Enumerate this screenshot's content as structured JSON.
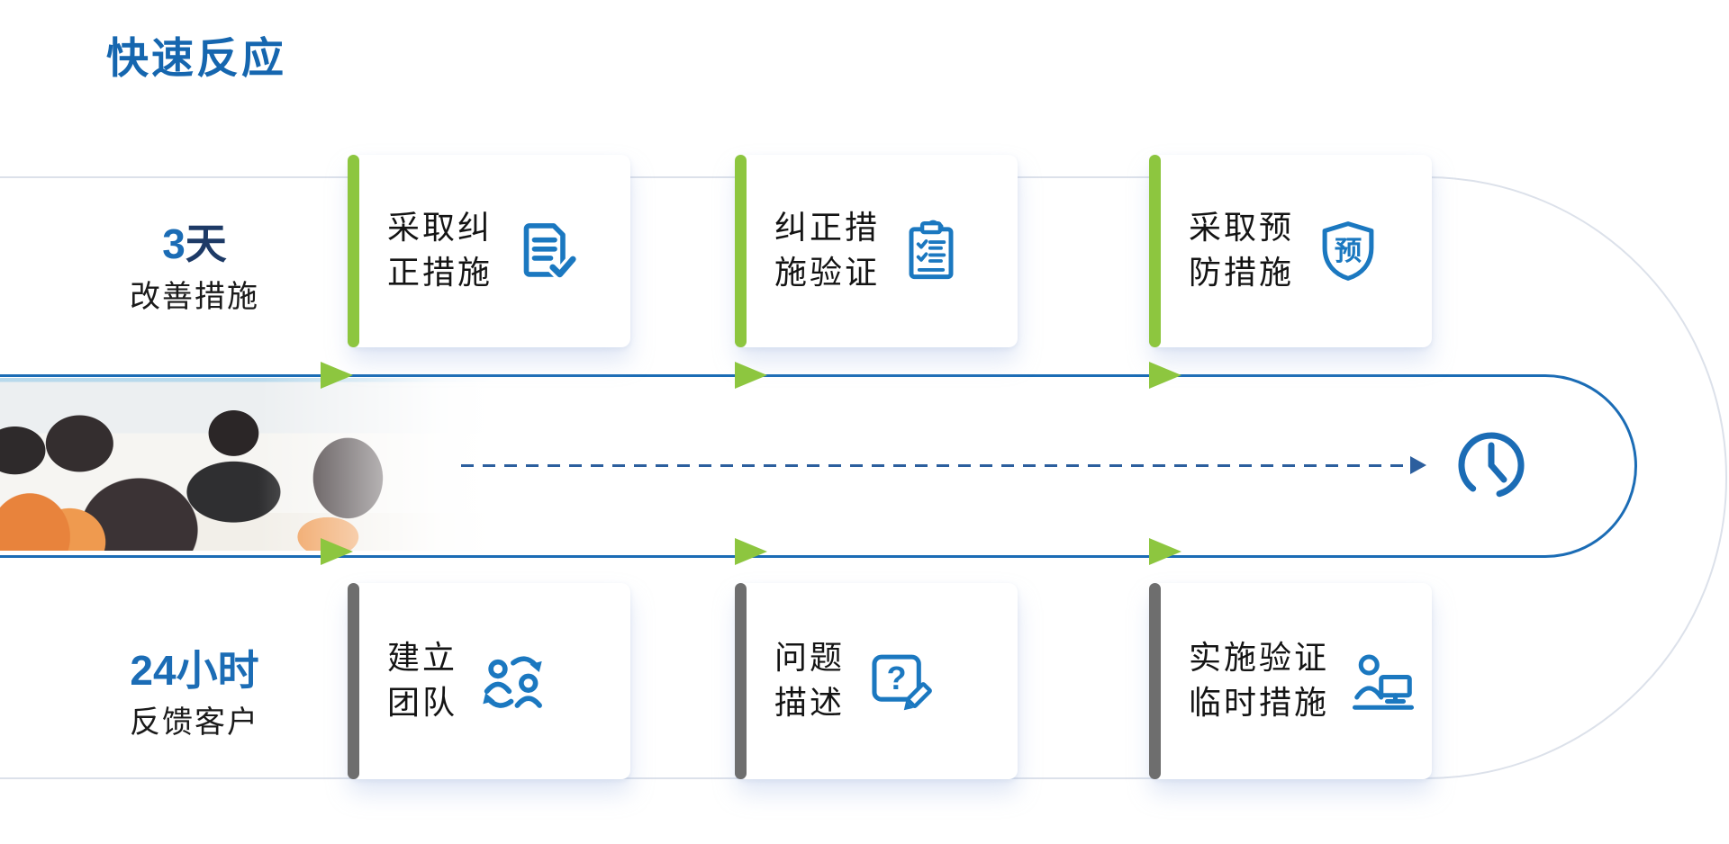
{
  "title": "快速反应",
  "colors": {
    "title_blue": "#1566af",
    "track_blue": "#1b6cb5",
    "track_gray": "#dce1ea",
    "icon_blue": "#1b78c0",
    "green": "#8dc63f",
    "gray_bar": "#6e6e6e",
    "dash_blue": "#2c5f9e"
  },
  "left_labels": {
    "top": {
      "value": "3",
      "unit": "天",
      "caption": "改善措施"
    },
    "bottom": {
      "value": "24",
      "unit": "小时",
      "caption": "反馈客户"
    }
  },
  "top_cards": [
    {
      "line1": "采取纠",
      "line2": "正措施",
      "icon": "document-check-icon"
    },
    {
      "line1": "纠正措",
      "line2": "施验证",
      "icon": "clipboard-checklist-icon"
    },
    {
      "line1": "采取预",
      "line2": "防措施",
      "icon": "shield-icon",
      "icon_text": "预"
    }
  ],
  "bottom_cards": [
    {
      "line1": "建立",
      "line2": "团队",
      "icon": "team-exchange-icon"
    },
    {
      "line1": "问题",
      "line2": "描述",
      "icon": "question-edit-icon"
    },
    {
      "line1": "实施验证",
      "line2": "临时措施",
      "icon": "person-computer-icon"
    }
  ]
}
